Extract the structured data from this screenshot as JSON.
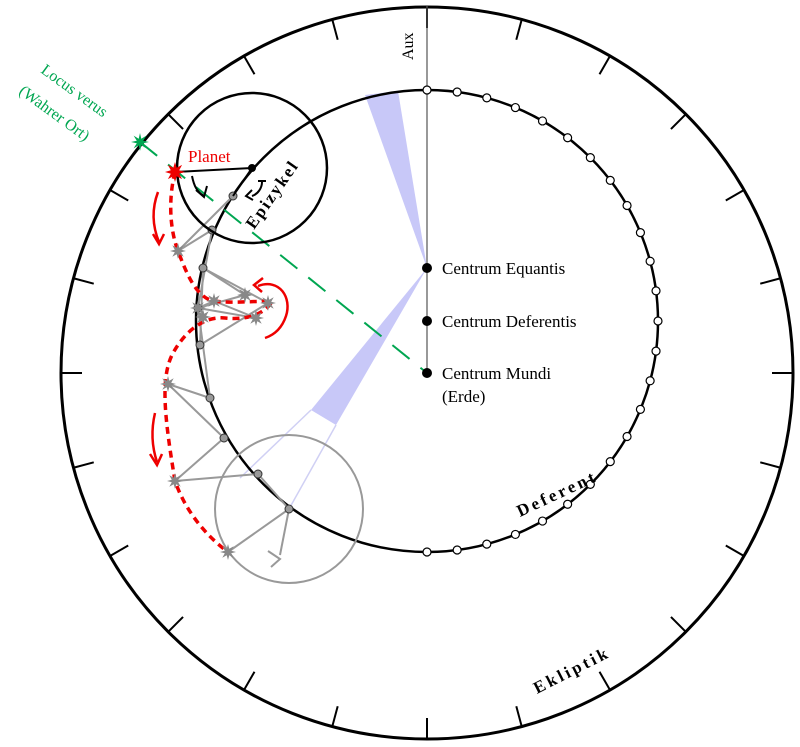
{
  "labels": {
    "aux": "Aux",
    "planet": "Planet",
    "epizykel": "Epizykel",
    "deferent": "Deferent",
    "ekliptik": "Ekliptik",
    "centrum_equantis": "Centrum Equantis",
    "centrum_deferentis": "Centrum Deferentis",
    "centrum_mundi": "Centrum Mundi",
    "erde": "(Erde)",
    "locus_verus": "Locus verus",
    "wahrer_ort": "(Wahrer Ort)"
  },
  "colors": {
    "ink": "#000000",
    "grey": "#8c8c8c",
    "planet_red": "#ee0000",
    "locus_green": "#00a651",
    "equant_wedge": "#c8c8f8"
  }
}
